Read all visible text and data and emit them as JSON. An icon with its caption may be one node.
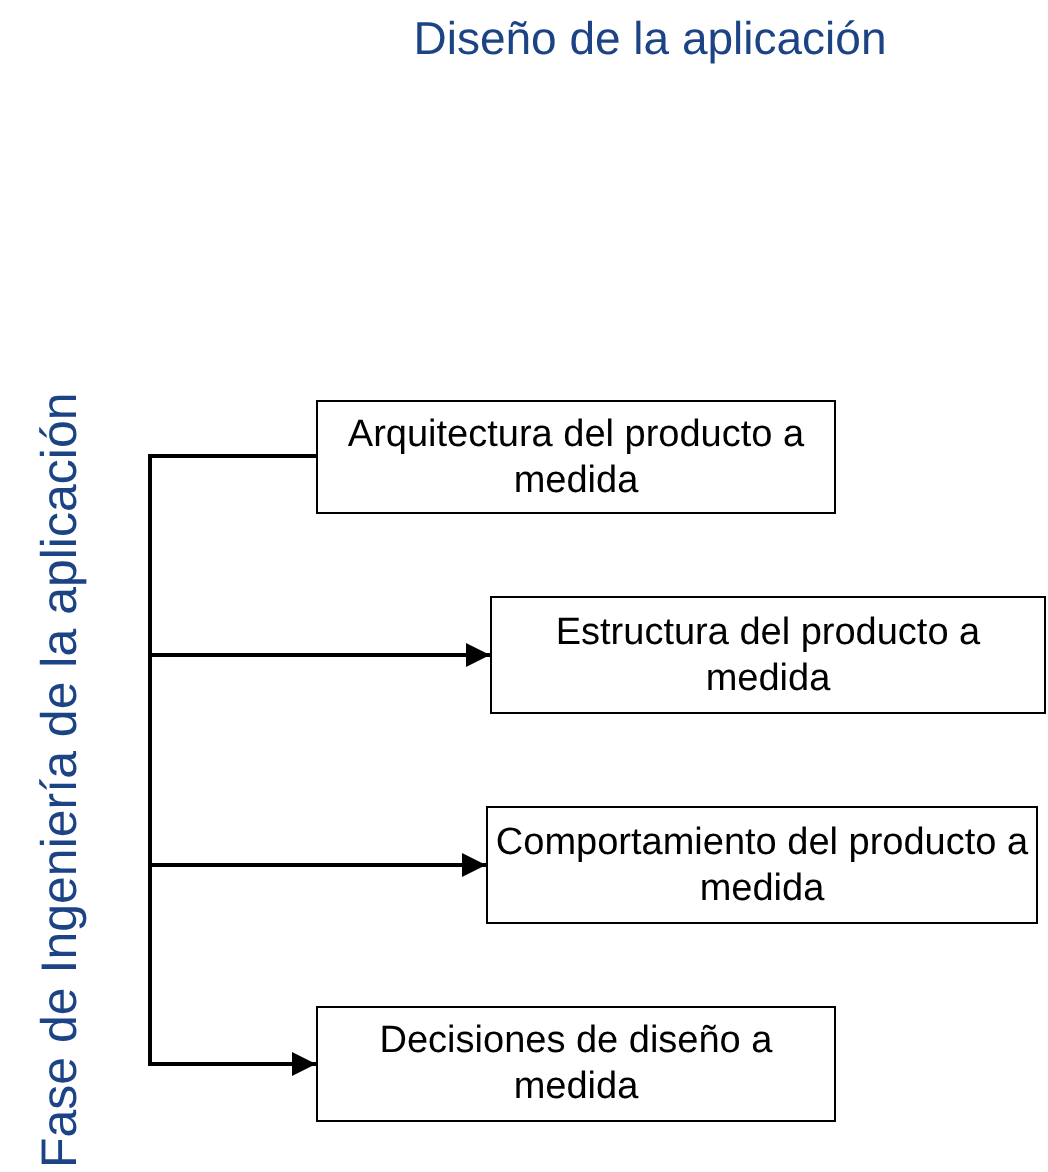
{
  "diagram": {
    "title": "Diseño de la aplicación",
    "nodes": [
      {
        "text": [
          "Arquitectura del producto a medida"
        ]
      },
      {
        "text": [
          "Estructura del producto a medida"
        ]
      },
      {
        "text": [
          "Comportamiento del producto a medida"
        ]
      },
      {
        "text": [
          "Decisiones de diseño a medida"
        ]
      }
    ],
    "edges": [
      {
        "from": 0,
        "to": 1,
        "arrow": "to"
      },
      {
        "from": 0,
        "to": 2,
        "arrow": "to"
      },
      {
        "from": 0,
        "to": 3,
        "arrow": "to"
      }
    ],
    "labels": [
      "Fase de Ingeniería de la aplicación"
    ]
  }
}
